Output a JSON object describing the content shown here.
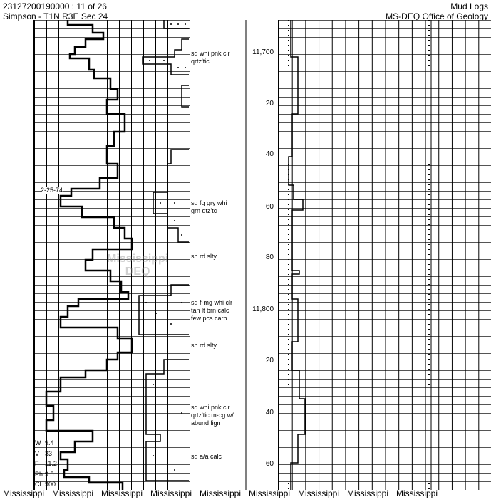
{
  "header": {
    "doc_id": "23127200190000 : 11 of 26",
    "location": "Simpson - T1N R3E Sec 24",
    "category": "Mud Logs",
    "agency": "MS-DEQ Office of Geology"
  },
  "date_marker": "2-25-74",
  "lithology": [
    {
      "lines": [
        "sd whi pnk clr",
        "qrtz'tic"
      ]
    },
    {
      "lines": [
        "sd fg gry whi",
        "grn qtz'tc"
      ]
    },
    {
      "lines": [
        "sh rd slty"
      ]
    },
    {
      "lines": [
        "sd f-mg whi clr",
        "tan lt brn calc",
        "few pcs carb"
      ]
    },
    {
      "lines": [
        "sh rd slty"
      ]
    },
    {
      "lines": [
        "sd whi pnk clr",
        "qrtz'tic m-cg w/",
        "abund lign"
      ]
    },
    {
      "lines": [
        "sd a/a calc"
      ]
    }
  ],
  "depths": [
    "11,700",
    "20",
    "40",
    "60",
    "80",
    "11,800",
    "20",
    "40",
    "60"
  ],
  "mud_properties": [
    {
      "k": "W",
      "v": "9.4"
    },
    {
      "k": "V",
      "v": "33"
    },
    {
      "k": "F",
      "v": "11.2"
    },
    {
      "k": "Ph",
      "v": "9.5"
    },
    {
      "k": "Cl",
      "v": "900"
    }
  ],
  "watermark": [
    "Mississippi",
    "DEQ"
  ],
  "footer": [
    "Mississippi",
    "Mississippi",
    "Mississippi",
    "Mississippi",
    "Mississippi",
    "Mississippi",
    "Mississippi",
    "Mississippi",
    "Mississippi"
  ]
}
